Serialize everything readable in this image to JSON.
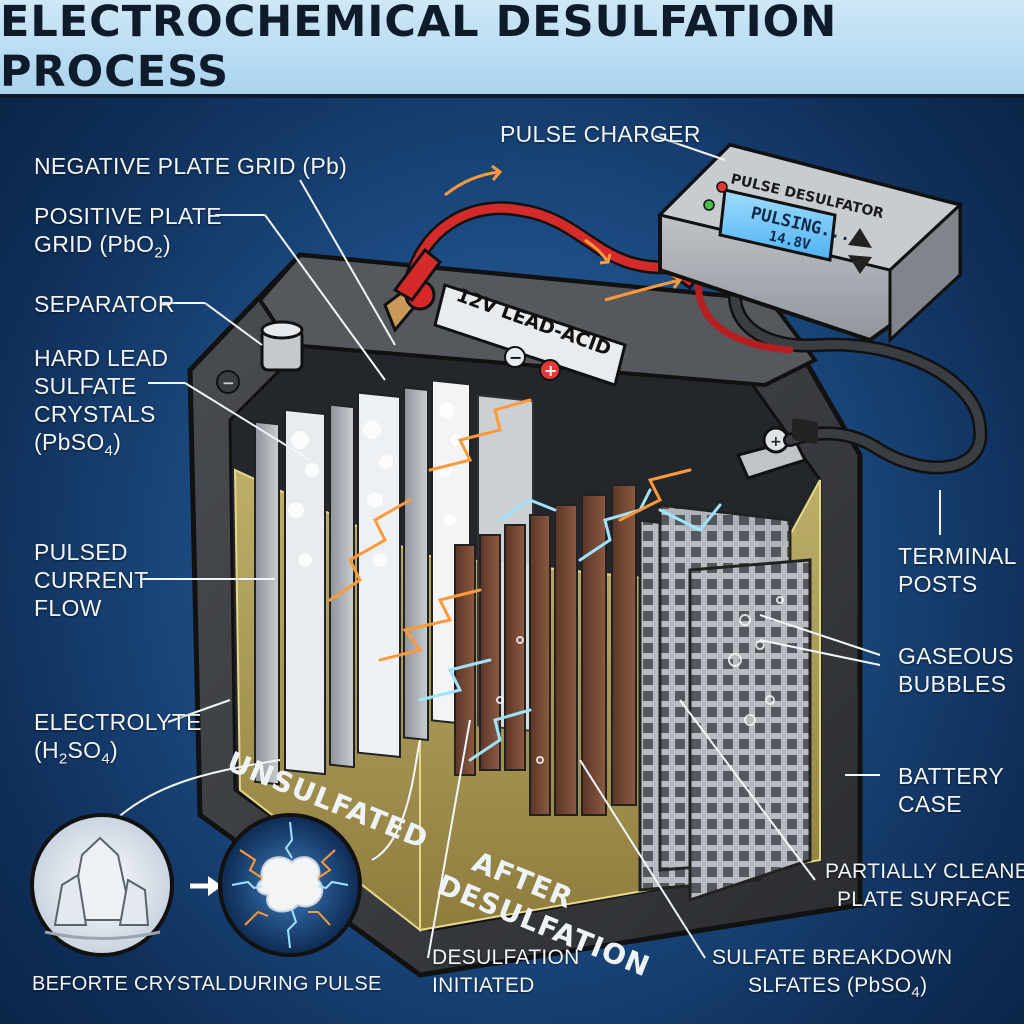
{
  "title": "ELECTROCHEMICAL DESULFATION PROCESS",
  "labels": {
    "pulse_charger": "PULSE CHARGER",
    "negative_plate": "NEGATIVE PLATE GRID (Pb)",
    "positive_plate_line1": "POSITIVE PLATE",
    "positive_plate_line2": "GRID (PbO",
    "positive_plate_sub": "2",
    "positive_plate_end": ")",
    "separator": "SEPARATOR",
    "hard_lead_line1": "HARD LEAD",
    "hard_lead_line2": "SULFATE",
    "hard_lead_line3": "CRYSTALS",
    "hard_lead_line4_a": "(PbSO",
    "hard_lead_line4_sub": "4",
    "hard_lead_line4_b": ")",
    "pulsed_line1": "PULSED",
    "pulsed_line2": "CURRENT",
    "pulsed_line3": "FLOW",
    "electrolyte_line1": "ELECTROLYTE",
    "electrolyte_a": "(H",
    "electrolyte_sub1": "2",
    "electrolyte_b": "SO",
    "electrolyte_sub2": "4",
    "electrolyte_c": ")",
    "terminal_line1": "TERMINAL",
    "terminal_line2": "POSTS",
    "gaseous_line1": "GASEOUS",
    "gaseous_line2": "BUBBLES",
    "battery_case_line1": "BATTERY",
    "battery_case_line2": "CASE",
    "partially_line1": "PARTIALLY CLEANED",
    "partially_line2": "PLATE SURFACE",
    "sulfate_line1": "SULFATE BREAKDOWN",
    "sulfate_line2_a": "SLFATES (PbSO",
    "sulfate_line2_sub": "4",
    "sulfate_line2_b": ")",
    "desulf_line1": "DESULFATION",
    "desulf_line2": "INITIATED",
    "before_crystal": "BEFORTE CRYSTAL",
    "during_pulse": "DURING PULSE"
  },
  "device": {
    "name": "PULSE DESULFATOR",
    "screen_line1": "PULSING...",
    "screen_line2": "14.8V"
  },
  "battery": {
    "label": "12V LEAD-ACID",
    "side_left": "UNSULFATED",
    "side_right_line1": "AFTER",
    "side_right_line2": "DESULFATION",
    "neg_symbol": "−",
    "pos_symbol": "+",
    "neg_terminal_symbol": "−",
    "pos_terminal_symbol": "+"
  },
  "colors": {
    "title_bg": "#cfe8f7",
    "background": "#1d4e86",
    "electrolyte": "#c9b35a",
    "positive_cable": "#d42a2a",
    "lcd": "#6fc7ff",
    "spark_orange": "#ff9a3c",
    "spark_blue": "#9fe3ff"
  }
}
